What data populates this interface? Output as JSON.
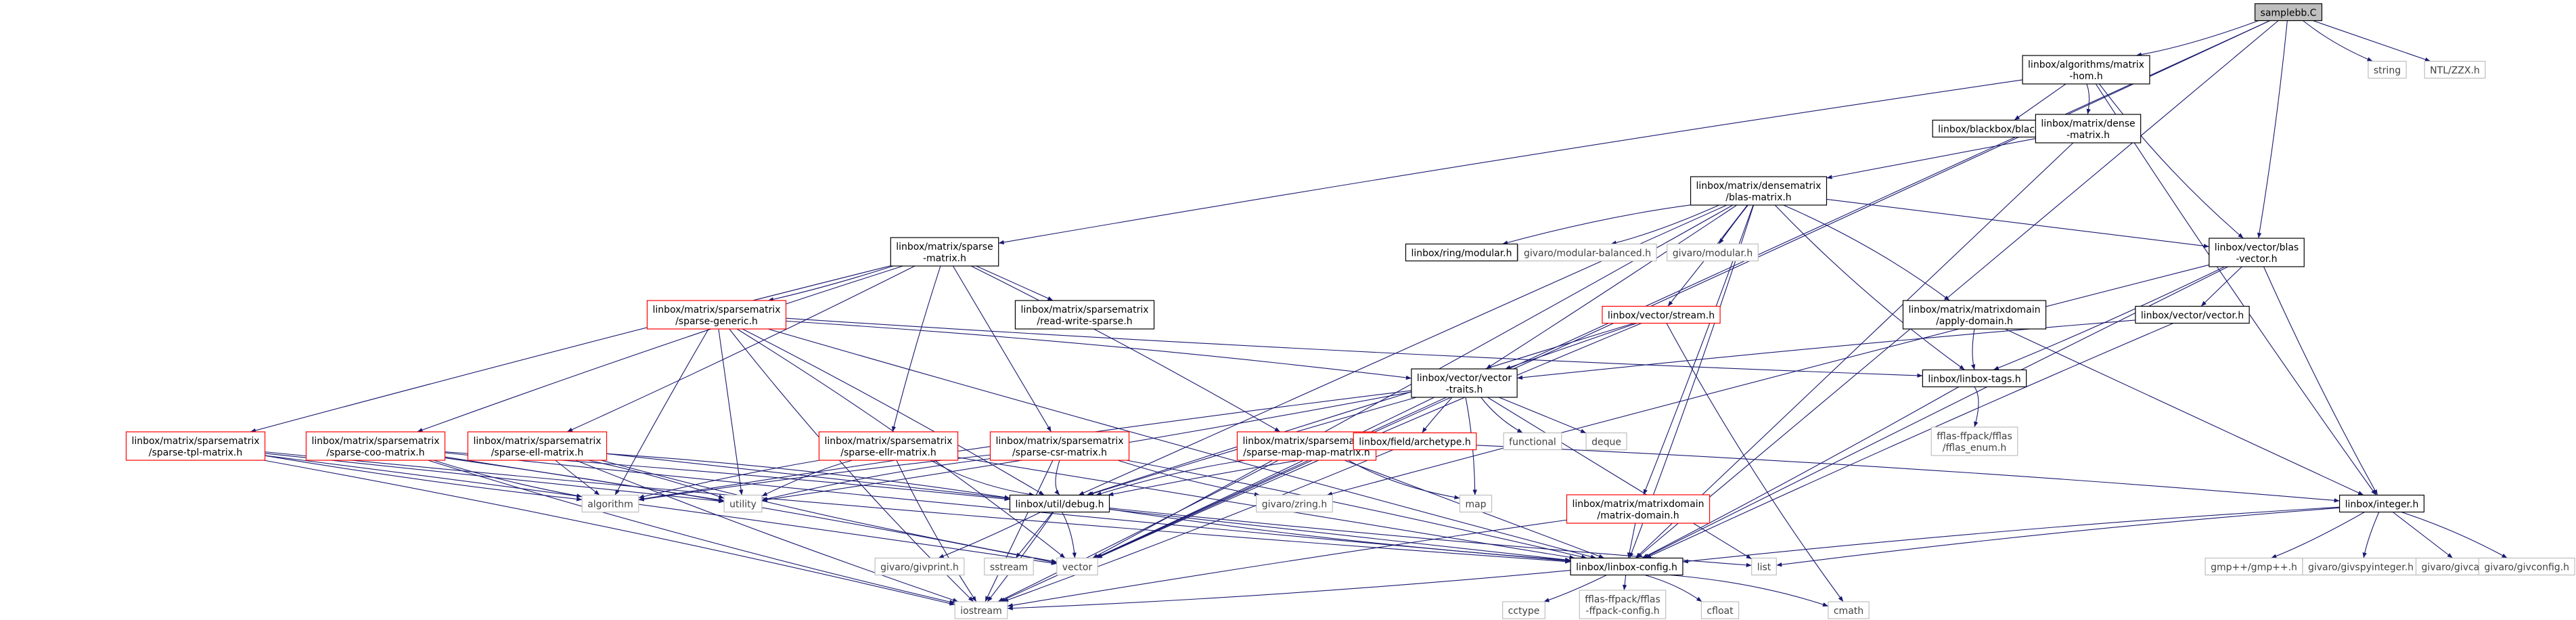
{
  "diagram": {
    "type": "include-dependency-graph",
    "colors": {
      "edge": "#191970",
      "root_fill": "#bfbfbf",
      "node_border": "#000000",
      "incomplete_border": "#ff0000",
      "external_border": "#bfbfbf",
      "text": "#000000",
      "external_text": "#404040"
    },
    "nodes": [
      {
        "id": "samplebb",
        "lines": [
          "samplebb.C"
        ],
        "kind": "root"
      },
      {
        "id": "hom",
        "lines": [
          "linbox/algorithms/matrix",
          "-hom.h"
        ],
        "kind": "file"
      },
      {
        "id": "string",
        "lines": [
          "string"
        ],
        "kind": "external"
      },
      {
        "id": "ntlzzx",
        "lines": [
          "NTL/ZZX.h"
        ],
        "kind": "external"
      },
      {
        "id": "blackbox",
        "lines": [
          "linbox/blackbox/blackbox.h"
        ],
        "kind": "file"
      },
      {
        "id": "densematrix",
        "lines": [
          "linbox/matrix/dense",
          "-matrix.h"
        ],
        "kind": "file"
      },
      {
        "id": "blasmatrix",
        "lines": [
          "linbox/matrix/densematrix",
          "/blas-matrix.h"
        ],
        "kind": "file"
      },
      {
        "id": "sparsematrix",
        "lines": [
          "linbox/matrix/sparse",
          "-matrix.h"
        ],
        "kind": "file"
      },
      {
        "id": "ringmodular",
        "lines": [
          "linbox/ring/modular.h"
        ],
        "kind": "file"
      },
      {
        "id": "modbal",
        "lines": [
          "givaro/modular-balanced.h"
        ],
        "kind": "external"
      },
      {
        "id": "givmod",
        "lines": [
          "givaro/modular.h"
        ],
        "kind": "external"
      },
      {
        "id": "blasvector",
        "lines": [
          "linbox/vector/blas",
          "-vector.h"
        ],
        "kind": "file"
      },
      {
        "id": "sparsegeneric",
        "lines": [
          "linbox/matrix/sparsematrix",
          "/sparse-generic.h"
        ],
        "kind": "incomplete"
      },
      {
        "id": "readwrite",
        "lines": [
          "linbox/matrix/sparsematrix",
          "/read-write-sparse.h"
        ],
        "kind": "file"
      },
      {
        "id": "vstream",
        "lines": [
          "linbox/vector/stream.h"
        ],
        "kind": "incomplete"
      },
      {
        "id": "applydomain",
        "lines": [
          "linbox/matrix/matrixdomain",
          "/apply-domain.h"
        ],
        "kind": "file"
      },
      {
        "id": "vectorh",
        "lines": [
          "linbox/vector/vector.h"
        ],
        "kind": "file"
      },
      {
        "id": "vtraits",
        "lines": [
          "linbox/vector/vector",
          "-traits.h"
        ],
        "kind": "file"
      },
      {
        "id": "tags",
        "lines": [
          "linbox/linbox-tags.h"
        ],
        "kind": "file"
      },
      {
        "id": "ffenum",
        "lines": [
          "fflas-ffpack/fflas",
          "/fflas_enum.h"
        ],
        "kind": "external"
      },
      {
        "id": "tpl",
        "lines": [
          "linbox/matrix/sparsematrix",
          "/sparse-tpl-matrix.h"
        ],
        "kind": "incomplete"
      },
      {
        "id": "coo",
        "lines": [
          "linbox/matrix/sparsematrix",
          "/sparse-coo-matrix.h"
        ],
        "kind": "incomplete"
      },
      {
        "id": "ell",
        "lines": [
          "linbox/matrix/sparsematrix",
          "/sparse-ell-matrix.h"
        ],
        "kind": "incomplete"
      },
      {
        "id": "ellr",
        "lines": [
          "linbox/matrix/sparsematrix",
          "/sparse-ellr-matrix.h"
        ],
        "kind": "incomplete"
      },
      {
        "id": "csr",
        "lines": [
          "linbox/matrix/sparsematrix",
          "/sparse-csr-matrix.h"
        ],
        "kind": "incomplete"
      },
      {
        "id": "mapmap",
        "lines": [
          "linbox/matrix/sparsematrix",
          "/sparse-map-map-matrix.h"
        ],
        "kind": "incomplete"
      },
      {
        "id": "archetype",
        "lines": [
          "linbox/field/archetype.h"
        ],
        "kind": "incomplete"
      },
      {
        "id": "functional",
        "lines": [
          "functional"
        ],
        "kind": "external"
      },
      {
        "id": "deque",
        "lines": [
          "deque"
        ],
        "kind": "external"
      },
      {
        "id": "algorithm",
        "lines": [
          "algorithm"
        ],
        "kind": "external"
      },
      {
        "id": "utility",
        "lines": [
          "utility"
        ],
        "kind": "external"
      },
      {
        "id": "debug",
        "lines": [
          "linbox/util/debug.h"
        ],
        "kind": "file"
      },
      {
        "id": "zring",
        "lines": [
          "givaro/zring.h"
        ],
        "kind": "external"
      },
      {
        "id": "map",
        "lines": [
          "map"
        ],
        "kind": "external"
      },
      {
        "id": "mdomain",
        "lines": [
          "linbox/matrix/matrixdomain",
          "/matrix-domain.h"
        ],
        "kind": "incomplete"
      },
      {
        "id": "integer",
        "lines": [
          "linbox/integer.h"
        ],
        "kind": "file"
      },
      {
        "id": "givprint",
        "lines": [
          "givaro/givprint.h"
        ],
        "kind": "external"
      },
      {
        "id": "sstream",
        "lines": [
          "sstream"
        ],
        "kind": "external"
      },
      {
        "id": "vector",
        "lines": [
          "vector"
        ],
        "kind": "external"
      },
      {
        "id": "config",
        "lines": [
          "linbox/linbox-config.h"
        ],
        "kind": "file"
      },
      {
        "id": "list",
        "lines": [
          "list"
        ],
        "kind": "external"
      },
      {
        "id": "gmpxx",
        "lines": [
          "gmp++/gmp++.h"
        ],
        "kind": "external"
      },
      {
        "id": "givspy",
        "lines": [
          "givaro/givspyinteger.h"
        ],
        "kind": "external"
      },
      {
        "id": "givcaster",
        "lines": [
          "givaro/givcaster.h"
        ],
        "kind": "external"
      },
      {
        "id": "givconfig",
        "lines": [
          "givaro/givconfig.h"
        ],
        "kind": "external"
      },
      {
        "id": "iostream",
        "lines": [
          "iostream"
        ],
        "kind": "external"
      },
      {
        "id": "cctype",
        "lines": [
          "cctype"
        ],
        "kind": "external"
      },
      {
        "id": "ffconfig",
        "lines": [
          "fflas-ffpack/fflas",
          "-ffpack-config.h"
        ],
        "kind": "external"
      },
      {
        "id": "cfloat",
        "lines": [
          "cfloat"
        ],
        "kind": "external"
      },
      {
        "id": "cmath",
        "lines": [
          "cmath"
        ],
        "kind": "external"
      }
    ],
    "edges": [
      [
        "samplebb",
        "hom"
      ],
      [
        "samplebb",
        "string"
      ],
      [
        "samplebb",
        "ntlzzx"
      ],
      [
        "samplebb",
        "blasvector"
      ],
      [
        "samplebb",
        "config"
      ],
      [
        "samplebb",
        "vector"
      ],
      [
        "samplebb",
        "iostream"
      ],
      [
        "hom",
        "blackbox"
      ],
      [
        "hom",
        "densematrix"
      ],
      [
        "hom",
        "sparsematrix"
      ],
      [
        "hom",
        "blasvector"
      ],
      [
        "hom",
        "integer"
      ],
      [
        "densematrix",
        "blasmatrix"
      ],
      [
        "densematrix",
        "config"
      ],
      [
        "blasmatrix",
        "ringmodular"
      ],
      [
        "blasmatrix",
        "modbal"
      ],
      [
        "blasmatrix",
        "givmod"
      ],
      [
        "blasmatrix",
        "blasvector"
      ],
      [
        "blasmatrix",
        "vstream"
      ],
      [
        "blasmatrix",
        "applydomain"
      ],
      [
        "blasmatrix",
        "tags"
      ],
      [
        "blasmatrix",
        "vtraits"
      ],
      [
        "blasmatrix",
        "debug"
      ],
      [
        "blasmatrix",
        "mdomain"
      ],
      [
        "blasmatrix",
        "config"
      ],
      [
        "blasmatrix",
        "vector"
      ],
      [
        "sparsematrix",
        "sparsegeneric"
      ],
      [
        "sparsematrix",
        "readwrite"
      ],
      [
        "sparsematrix",
        "tpl"
      ],
      [
        "sparsematrix",
        "coo"
      ],
      [
        "sparsematrix",
        "ell"
      ],
      [
        "sparsematrix",
        "ellr"
      ],
      [
        "sparsematrix",
        "csr"
      ],
      [
        "sparsematrix",
        "mapmap"
      ],
      [
        "blasvector",
        "vectorh"
      ],
      [
        "blasvector",
        "tags"
      ],
      [
        "blasvector",
        "integer"
      ],
      [
        "blasvector",
        "config"
      ],
      [
        "blasvector",
        "zring"
      ],
      [
        "sparsegeneric",
        "vtraits"
      ],
      [
        "sparsegeneric",
        "tags"
      ],
      [
        "sparsegeneric",
        "algorithm"
      ],
      [
        "sparsegeneric",
        "utility"
      ],
      [
        "sparsegeneric",
        "debug"
      ],
      [
        "sparsegeneric",
        "vector"
      ],
      [
        "sparsegeneric",
        "iostream"
      ],
      [
        "sparsegeneric",
        "config"
      ],
      [
        "vstream",
        "vtraits"
      ],
      [
        "vstream",
        "debug"
      ],
      [
        "vstream",
        "vector"
      ],
      [
        "vstream",
        "cmath"
      ],
      [
        "applydomain",
        "tags"
      ],
      [
        "applydomain",
        "integer"
      ],
      [
        "vectorh",
        "vtraits"
      ],
      [
        "vectorh",
        "config"
      ],
      [
        "vtraits",
        "archetype"
      ],
      [
        "vtraits",
        "functional"
      ],
      [
        "vtraits",
        "deque"
      ],
      [
        "vtraits",
        "map"
      ],
      [
        "vtraits",
        "algorithm"
      ],
      [
        "vtraits",
        "utility"
      ],
      [
        "vtraits",
        "vector"
      ],
      [
        "vtraits",
        "list"
      ],
      [
        "vtraits",
        "debug"
      ],
      [
        "tags",
        "ffenum"
      ],
      [
        "tags",
        "config"
      ],
      [
        "tpl",
        "algorithm"
      ],
      [
        "tpl",
        "utility"
      ],
      [
        "tpl",
        "vector"
      ],
      [
        "tpl",
        "iostream"
      ],
      [
        "tpl",
        "config"
      ],
      [
        "coo",
        "algorithm"
      ],
      [
        "coo",
        "utility"
      ],
      [
        "coo",
        "debug"
      ],
      [
        "coo",
        "vector"
      ],
      [
        "coo",
        "iostream"
      ],
      [
        "coo",
        "config"
      ],
      [
        "ell",
        "algorithm"
      ],
      [
        "ell",
        "utility"
      ],
      [
        "ell",
        "debug"
      ],
      [
        "ell",
        "vector"
      ],
      [
        "ell",
        "iostream"
      ],
      [
        "ell",
        "config"
      ],
      [
        "ellr",
        "algorithm"
      ],
      [
        "ellr",
        "utility"
      ],
      [
        "ellr",
        "debug"
      ],
      [
        "ellr",
        "iostream"
      ],
      [
        "ellr",
        "config"
      ],
      [
        "csr",
        "algorithm"
      ],
      [
        "csr",
        "utility"
      ],
      [
        "csr",
        "debug"
      ],
      [
        "csr",
        "zring"
      ],
      [
        "csr",
        "iostream"
      ],
      [
        "csr",
        "config"
      ],
      [
        "mapmap",
        "debug"
      ],
      [
        "mapmap",
        "map"
      ],
      [
        "mapmap",
        "iostream"
      ],
      [
        "mapmap",
        "config"
      ],
      [
        "archetype",
        "debug"
      ],
      [
        "archetype",
        "integer"
      ],
      [
        "archetype",
        "iostream"
      ],
      [
        "debug",
        "givprint"
      ],
      [
        "debug",
        "sstream"
      ],
      [
        "debug",
        "vector"
      ],
      [
        "debug",
        "iostream"
      ],
      [
        "debug",
        "config"
      ],
      [
        "debug",
        "list"
      ],
      [
        "mdomain",
        "config"
      ],
      [
        "mdomain",
        "iostream"
      ],
      [
        "integer",
        "config"
      ],
      [
        "integer",
        "gmpxx"
      ],
      [
        "integer",
        "givspy"
      ],
      [
        "integer",
        "givcaster"
      ],
      [
        "integer",
        "givconfig"
      ],
      [
        "integer",
        "list"
      ],
      [
        "config",
        "iostream"
      ],
      [
        "config",
        "cctype"
      ],
      [
        "config",
        "ffconfig"
      ],
      [
        "config",
        "cfloat"
      ],
      [
        "config",
        "cmath"
      ]
    ]
  }
}
